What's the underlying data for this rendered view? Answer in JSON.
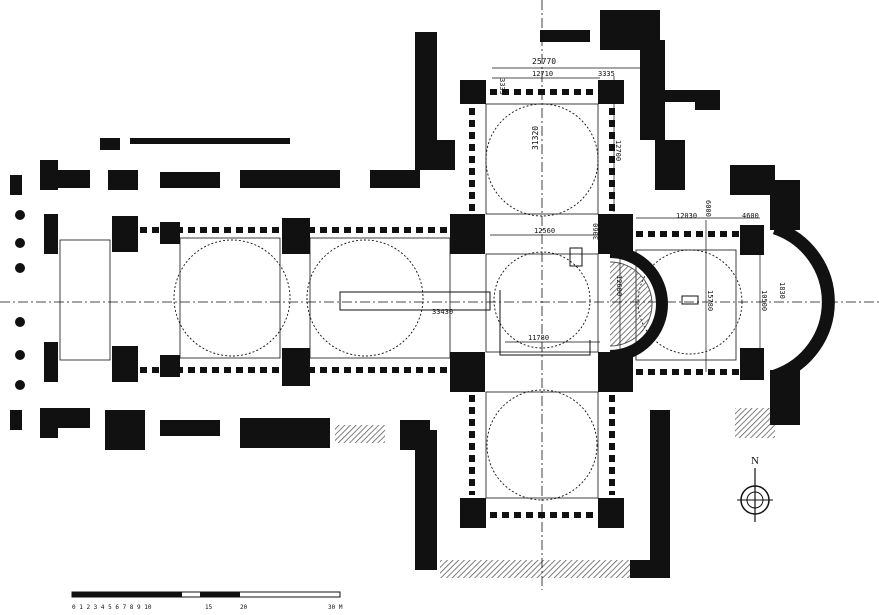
{
  "dimensions": {
    "total_width_north": "25770",
    "north_inner_width": "12710",
    "north_offset_a": "3335",
    "north_side_a": "3335",
    "north_side_b": "3330",
    "north_arm_length": "31320",
    "north_arm_span": "12700",
    "crossing_width": "12560",
    "crossing_offset": "3060",
    "nave_axis": "33430",
    "crossing_south": "11780",
    "apse_inner": "12600",
    "choir_width": "12030",
    "choir_side": "6000",
    "choir_length": "15780",
    "apse_offset": "4600",
    "apse_depth": "10500",
    "apse_radius": "1830"
  },
  "compass": {
    "north_label": "N"
  },
  "scale_bar": {
    "ticks": [
      "0 1 2 3 4 5 6 7 8 9 10",
      "15",
      "20",
      "30 M"
    ]
  },
  "colors": {
    "ink": "#111111",
    "paper": "#ffffff",
    "hatch": "#555555"
  }
}
